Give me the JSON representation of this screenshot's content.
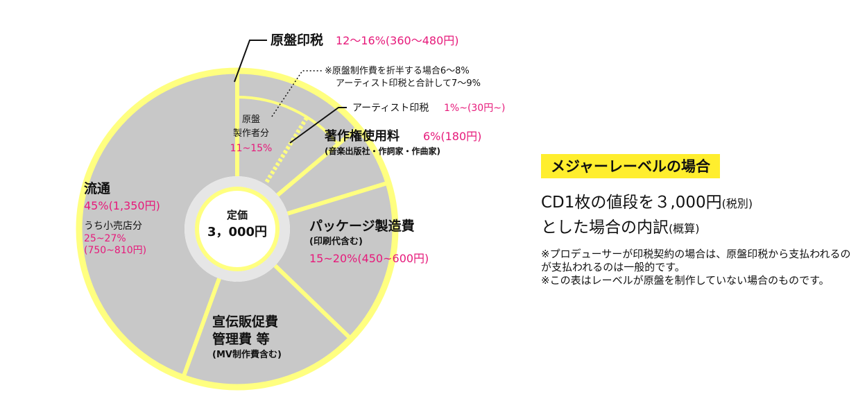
{
  "chart_data": {
    "type": "pie",
    "title": "メジャーレーベルの場合",
    "center_label": {
      "line1": "定価",
      "line2": "3，000円"
    },
    "segments": [
      {
        "name": "原盤印税",
        "value_label": "12〜16%(360〜480円)",
        "sub_segments": [
          {
            "name_line1": "原盤",
            "name_line2": "製作者分",
            "value_label": "11~15%"
          },
          {
            "name": "アーティスト印税",
            "value_label": "1%~(30円~)"
          }
        ],
        "note_line1": "※原盤制作費を折半する場合6〜8%",
        "note_line2": "アーティスト印税と合計して7〜9%"
      },
      {
        "name": "著作権使用料",
        "value_label": "6%(180円)",
        "detail": "(音楽出版社・作詞家・作曲家)"
      },
      {
        "name": "パッケージ製造費",
        "detail": "(印刷代含む)",
        "value_label": "15~20%(450~600円)"
      },
      {
        "name_line1": "宣伝販促費",
        "name_line2": "管理費 等",
        "detail": "(MV制作費含む)"
      },
      {
        "name": "流通",
        "value_label": "45%(1,350円)",
        "sub_segments": [
          {
            "name": "うち小売店分",
            "value_line1": "25~27%",
            "value_line2": "(750~810円)"
          }
        ]
      }
    ],
    "colors": {
      "fill": "#c8c8c8",
      "ring": "#ffff80",
      "divider": "#ffff80",
      "accent": "#e6197a",
      "center_ring": "#e6e6e6"
    }
  },
  "panel": {
    "title": "メジャーレーベルの場合",
    "headline_line1": "CD1枚の値段を３,000円",
    "headline_line1_small": "(税別)",
    "headline_line2": "とした場合の内訳",
    "headline_line2_small": "(概算)",
    "note1": "※プロデューサーが印税契約の場合は、原盤印税から支払われるのが支払われるのは一般的です。",
    "note2": "※この表はレーベルが原盤を制作していない場合のものです。"
  }
}
